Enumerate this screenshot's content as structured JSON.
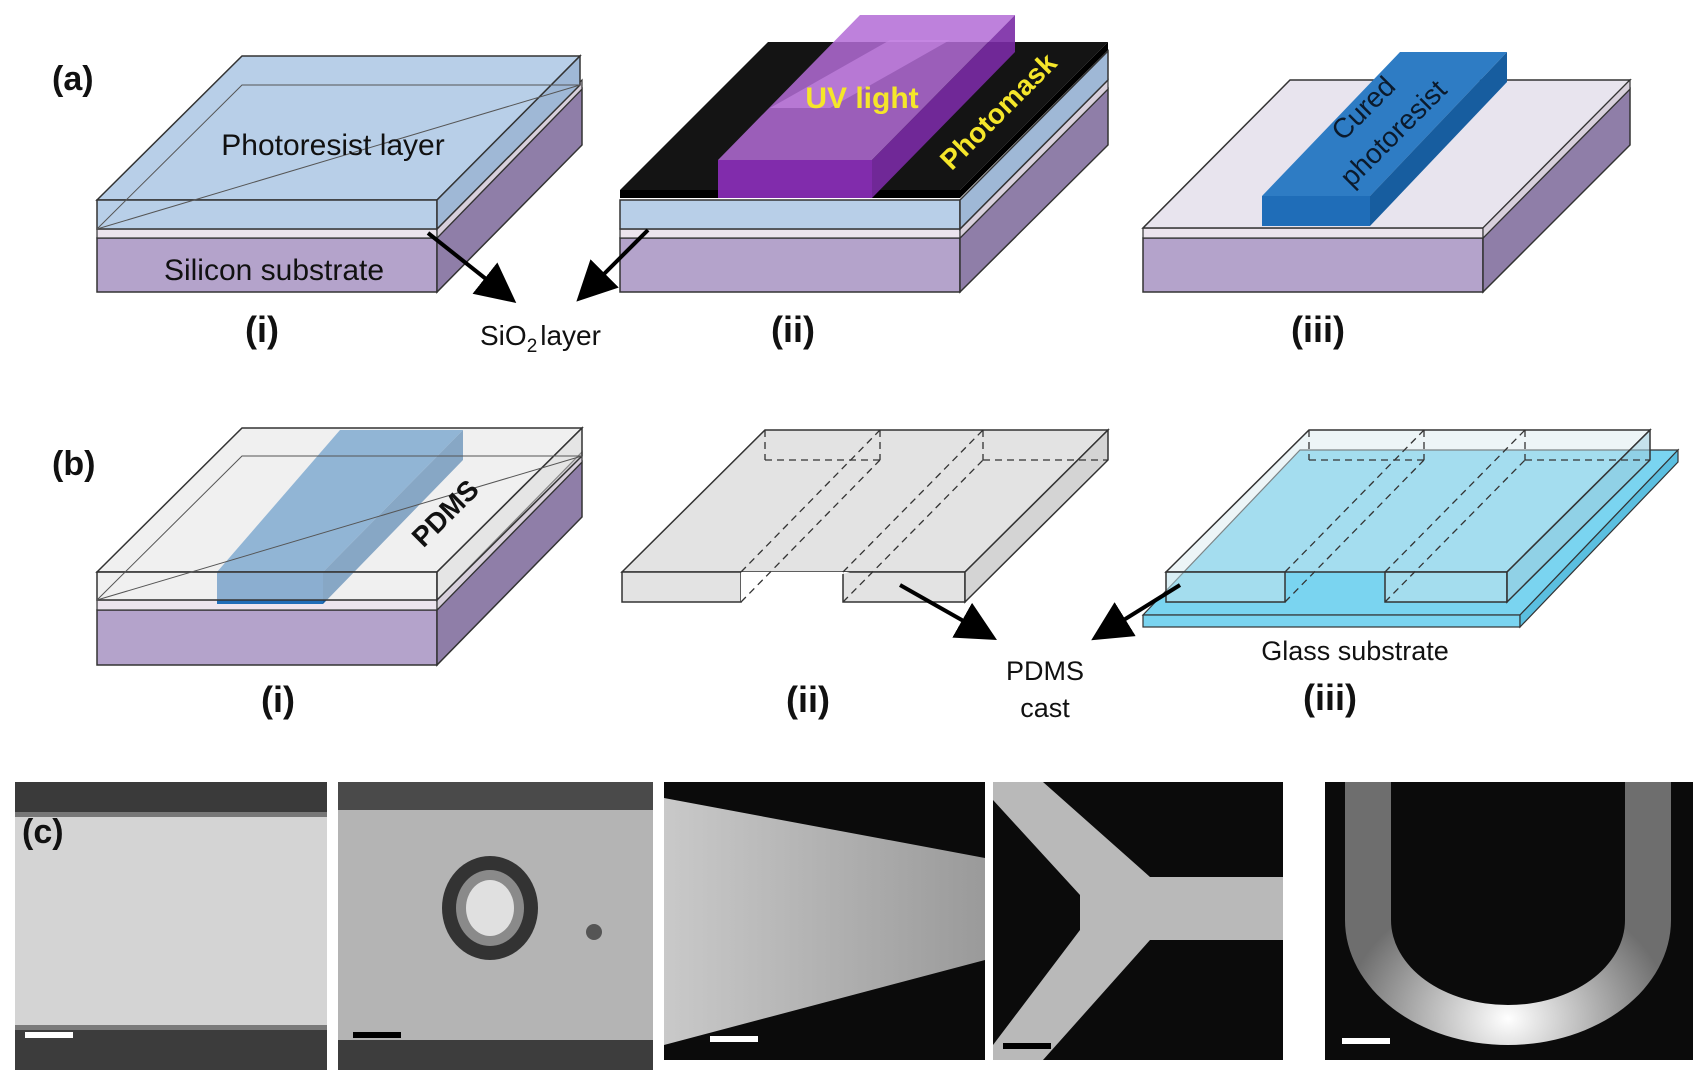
{
  "panels": {
    "a": {
      "label": "(a)",
      "steps": [
        "(i)",
        "(ii)",
        "(iii)"
      ],
      "photoresist": "Photoresist layer",
      "silicon": "Silicon substrate",
      "sio2_main": "SiO",
      "sio2_sub": "2",
      "sio2_tail": "layer",
      "uv": "UV light",
      "photomask": "Photomask",
      "cured_line1": "Cured",
      "cured_line2": "photoresist"
    },
    "b": {
      "label": "(b)",
      "steps": [
        "(i)",
        "(ii)",
        "(iii)"
      ],
      "pdms": "PDMS",
      "cast_line1": "PDMS",
      "cast_line2": "cast",
      "glass": "Glass substrate"
    },
    "c": {
      "label": "(c)",
      "images": [
        "straight-channel",
        "channel-with-particle",
        "tapered-channel",
        "y-junction",
        "u-bend"
      ]
    }
  },
  "colors": {
    "photoresist": "#b8cfe8",
    "silicon": "#b4a3cb",
    "photomask": "#141414",
    "uv": "#a64dd1",
    "cured": "#2e7cc4",
    "pdms": "#e3e3e3",
    "glass": "#7ad4f0",
    "uv_text": "#f5e62a"
  }
}
